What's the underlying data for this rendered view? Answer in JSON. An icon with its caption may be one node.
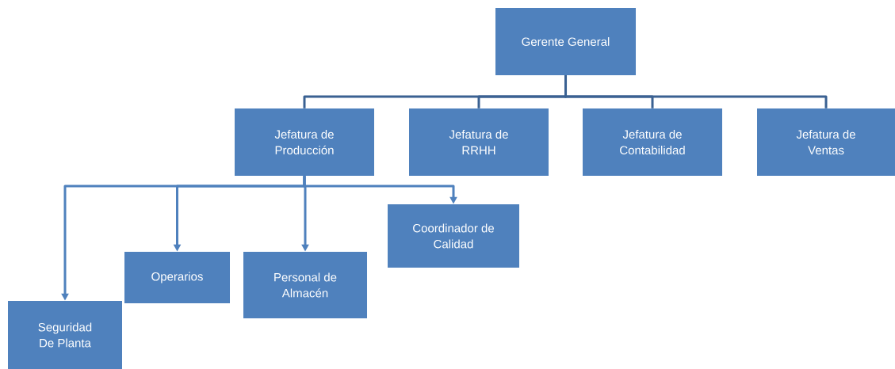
{
  "diagram": {
    "nodes": [
      {
        "text": [
          "Gerente General"
        ]
      },
      {
        "text": [
          "Jefatura de Producción"
        ]
      },
      {
        "text": [
          "Jefatura de RRHH"
        ]
      },
      {
        "text": [
          "Jefatura de Contabilidad"
        ]
      },
      {
        "text": [
          "Jefatura de Ventas"
        ]
      },
      {
        "text": [
          "Seguridad De Planta"
        ]
      },
      {
        "text": [
          "Operarios"
        ]
      },
      {
        "text": [
          "Personal de Almacén"
        ]
      },
      {
        "text": [
          "Coordinador de Calidad"
        ]
      }
    ],
    "edges": [
      {
        "from": 0,
        "to": 1,
        "arrow": "none",
        "color": "#3a6192"
      },
      {
        "from": 0,
        "to": 2,
        "arrow": "none",
        "color": "#3a6192"
      },
      {
        "from": 0,
        "to": 3,
        "arrow": "none",
        "color": "#3a6192"
      },
      {
        "from": 0,
        "to": 4,
        "arrow": "none",
        "color": "#3a6192"
      },
      {
        "from": 1,
        "to": 5,
        "arrow": "to"
      },
      {
        "from": 1,
        "to": 6,
        "arrow": "to"
      },
      {
        "from": 1,
        "to": 7,
        "arrow": "to"
      },
      {
        "from": 1,
        "to": 8,
        "arrow": "to"
      }
    ]
  }
}
